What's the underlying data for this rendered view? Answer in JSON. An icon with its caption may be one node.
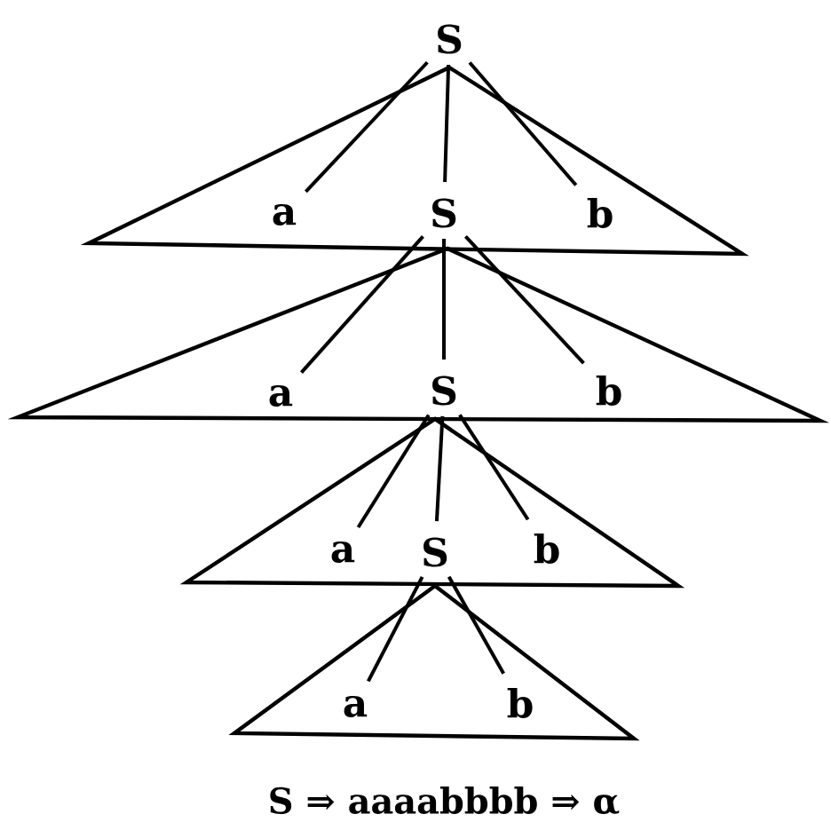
{
  "diagram": {
    "caption": "S ⇒ aaaabbbb ⇒ α",
    "nodes": [
      {
        "text": [
          "S"
        ]
      },
      {
        "text": [
          "a"
        ]
      },
      {
        "text": [
          "S"
        ]
      },
      {
        "text": [
          "b"
        ]
      },
      {
        "text": [
          "a"
        ]
      },
      {
        "text": [
          "S"
        ]
      },
      {
        "text": [
          "b"
        ]
      },
      {
        "text": [
          "a"
        ]
      },
      {
        "text": [
          "S"
        ]
      },
      {
        "text": [
          "b"
        ]
      },
      {
        "text": [
          "a"
        ]
      },
      {
        "text": [
          "b"
        ]
      }
    ],
    "edges": [
      {
        "from": 0,
        "to": 1,
        "arrow": "none"
      },
      {
        "from": 0,
        "to": 2,
        "arrow": "none"
      },
      {
        "from": 0,
        "to": 3,
        "arrow": "none"
      },
      {
        "from": 2,
        "to": 4,
        "arrow": "none"
      },
      {
        "from": 2,
        "to": 5,
        "arrow": "none"
      },
      {
        "from": 2,
        "to": 6,
        "arrow": "none"
      },
      {
        "from": 5,
        "to": 7,
        "arrow": "none"
      },
      {
        "from": 5,
        "to": 8,
        "arrow": "none"
      },
      {
        "from": 5,
        "to": 9,
        "arrow": "none"
      },
      {
        "from": 8,
        "to": 10,
        "arrow": "none"
      },
      {
        "from": 8,
        "to": 11,
        "arrow": "none"
      }
    ]
  }
}
